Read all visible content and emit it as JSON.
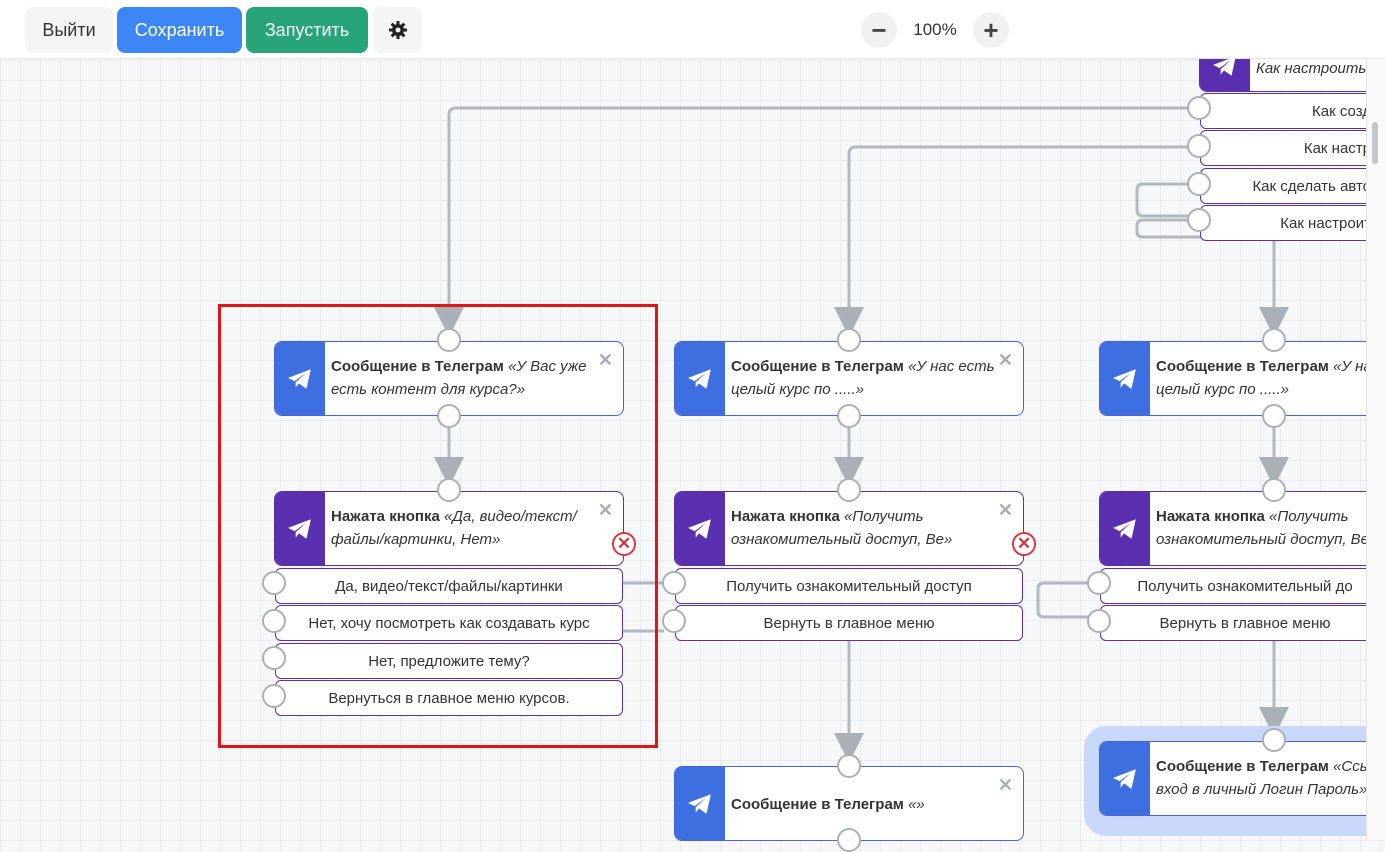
{
  "toolbar": {
    "exit": "Выйти",
    "save": "Сохранить",
    "run": "Запустить",
    "zoom": "100%"
  },
  "colors": {
    "telegram_node": "#3e6fe0",
    "button_node": "#5a2fb0",
    "save": "#3d86f5",
    "run": "#27a578",
    "highlight": "#e01515",
    "error": "#d9373f"
  },
  "nodes": {
    "top_right": {
      "title": "Как настроить",
      "options": [
        "Как созд",
        "Как настр",
        "Как сделать авто",
        "Как настроит"
      ]
    },
    "col1_msg": {
      "type": "Сообщение в Телеграм",
      "quote": "«У Вас уже есть контент для курса?»"
    },
    "col1_btn": {
      "type": "Нажата кнопка",
      "quote": "«Да, видео/текст/файлы/картинки, Нет»",
      "options": [
        "Да, видео/текст/файлы/картинки",
        "Нет, хочу посмотреть как создавать курс",
        "Нет, предложите тему?",
        "Вернуться в главное меню курсов."
      ]
    },
    "col2_msg": {
      "type": "Сообщение в Телеграм",
      "quote": "«У нас есть целый курс по .....»"
    },
    "col2_btn": {
      "type": "Нажата кнопка",
      "quote": "«Получить ознакомительный доступ, Ве»",
      "options": [
        "Получить ознакомительный доступ",
        "Вернуть в главное меню"
      ]
    },
    "col2_msg2": {
      "type": "Сообщение в Телеграм",
      "quote": "«»"
    },
    "col3_msg": {
      "type": "Сообщение в Телеграм",
      "quote": "«У на целый курс по .....»"
    },
    "col3_btn": {
      "type": "Нажата кнопка",
      "quote": "«Получить ознакомительный доступ, Ве",
      "options": [
        "Получить ознакомительный до",
        "Вернуть в главное меню"
      ]
    },
    "col3_msg2": {
      "type": "Сообщение в Телеграм",
      "quote": "«Ссь вход в личный Логин Пароль»"
    }
  }
}
